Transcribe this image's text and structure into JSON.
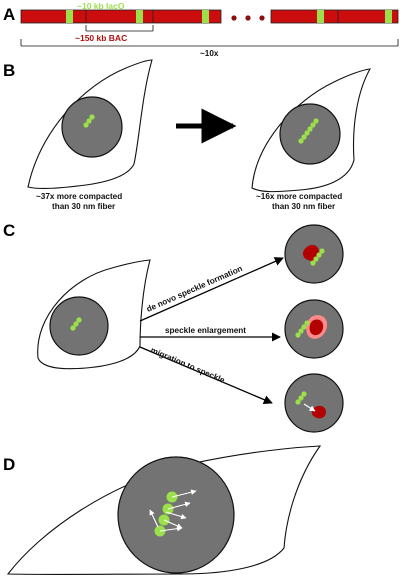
{
  "panels": {
    "a": {
      "letter": "A",
      "laco_label": "~10 kb lacO",
      "bac_label": "~150 kb BAC",
      "repeat_label": "~10x"
    },
    "b": {
      "letter": "B",
      "caption_before": [
        "~37x more compacted",
        "than 30 nm fiber"
      ],
      "caption_after": [
        "~16x more compacted",
        "than 30 nm fiber"
      ]
    },
    "c": {
      "letter": "C",
      "arrow_labels": [
        "de novo speckle formation",
        "speckle enlargement",
        "migration to speckle"
      ]
    },
    "d": {
      "letter": "D"
    }
  },
  "colors": {
    "bac_red": "#cc0d0d",
    "laco_green": "#9be04a",
    "nucleus_gray": "#737373",
    "speckle_red": "#b30000",
    "speckle_halo": "#ff8a8a"
  }
}
